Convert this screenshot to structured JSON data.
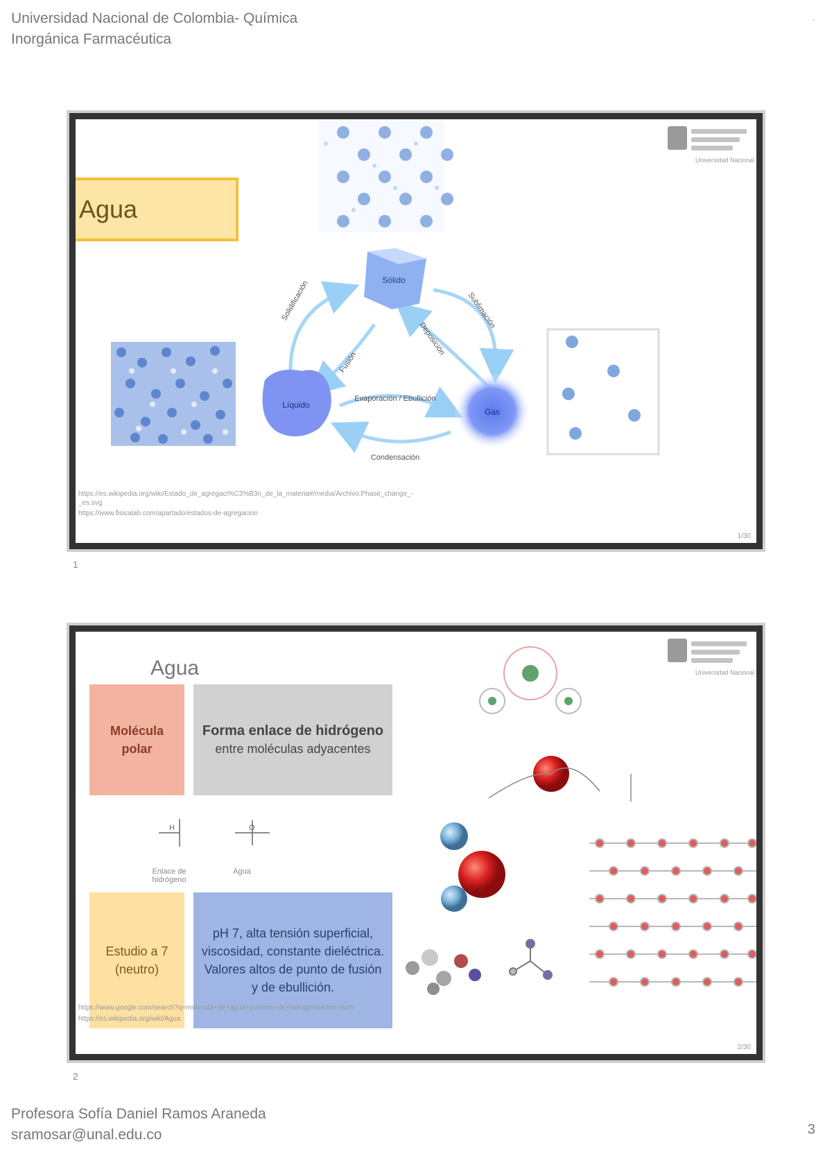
{
  "document_header": {
    "line1": "Universidad Nacional de Colombia- Química",
    "line2": "Inorgánica Farmacéutica"
  },
  "document_footer": {
    "author": "Profesora Sofía Daniel Ramos Araneda",
    "email": "sramosar@unal.edu.co",
    "page_number": "3"
  },
  "slide1": {
    "number": "1",
    "title": "Agua",
    "logo_caption": "Universidad Nacional",
    "states": {
      "solid": "Sólido",
      "liquid": "Líquido",
      "gas": "Gas"
    },
    "transitions": {
      "solidification": "Solidificación",
      "fusion": "Fusión",
      "sublimation": "Sublimación",
      "deposition": "Deposición",
      "evaporation": "Evaporación / Ebullición",
      "condensation": "Condensación"
    },
    "credit_line1": "https://es.wikipedia.org/wiki/Estado_de_agregaci%C3%B3n_de_la_materia#/media/Archivo:Phase_change_-_es.svg",
    "credit_line2": "https://www.fisicalab.com/apartado/estados-de-agregacion",
    "slide_page": "1/30"
  },
  "slide2": {
    "number": "2",
    "title": "Agua",
    "logo_caption": "Universidad Nacional",
    "box_polar": "Molécula polar",
    "box_hbond_bold": "Forma enlace de hidrógeno",
    "box_hbond_rest": "entre moléculas adyacentes",
    "box_ph": "Estudio a 7 (neutro)",
    "box_props": "pH 7, alta tensión superficial, viscosidad, constante dieléctrica. Valores altos de punto de fusión y de ebullición.",
    "caption_hbond": "Enlace de hidrógeno",
    "caption_agua": "Agua",
    "credit_line1": "https://www.google.com/search?q=molecula+de+agua+puentes+de+hidrogeno&tbm=isch",
    "credit_line2": "https://es.wikipedia.org/wiki/Agua",
    "slide_page": "2/30"
  }
}
